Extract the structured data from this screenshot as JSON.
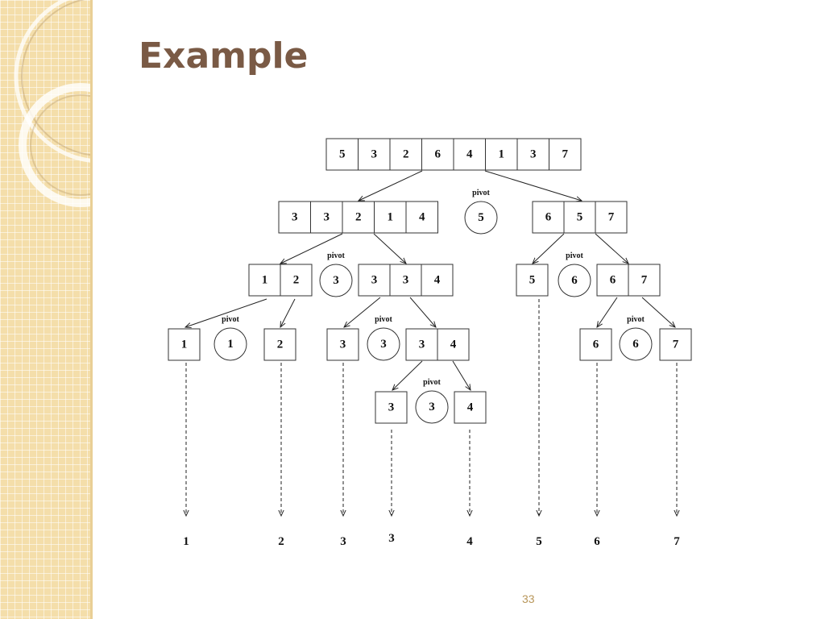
{
  "slide": {
    "title": "Example",
    "page_number": "33"
  },
  "diagram": {
    "pivot_label": "pivot",
    "array": [
      5,
      3,
      2,
      6,
      4,
      1,
      3,
      7
    ],
    "level1": {
      "left": [
        3,
        3,
        2,
        1,
        4
      ],
      "pivot": 5,
      "right": [
        6,
        5,
        7
      ]
    },
    "level2": {
      "left_left": [
        1,
        2
      ],
      "left_pivot": 3,
      "left_right": [
        3,
        3,
        4
      ],
      "right_left": [
        5
      ],
      "right_pivot": 6,
      "right_right": [
        6,
        7
      ]
    },
    "level3": {
      "a_left": [
        1
      ],
      "a_pivot": 1,
      "a_right": [
        2
      ],
      "b_left": [
        3
      ],
      "b_pivot": 3,
      "b_right": [
        3,
        4
      ],
      "c_left": [
        6
      ],
      "c_pivot": 6,
      "c_right": [
        7
      ]
    },
    "level4": {
      "left": [
        3
      ],
      "pivot": 3,
      "right": [
        4
      ]
    },
    "sorted": [
      1,
      2,
      3,
      3,
      4,
      5,
      6,
      7
    ]
  }
}
